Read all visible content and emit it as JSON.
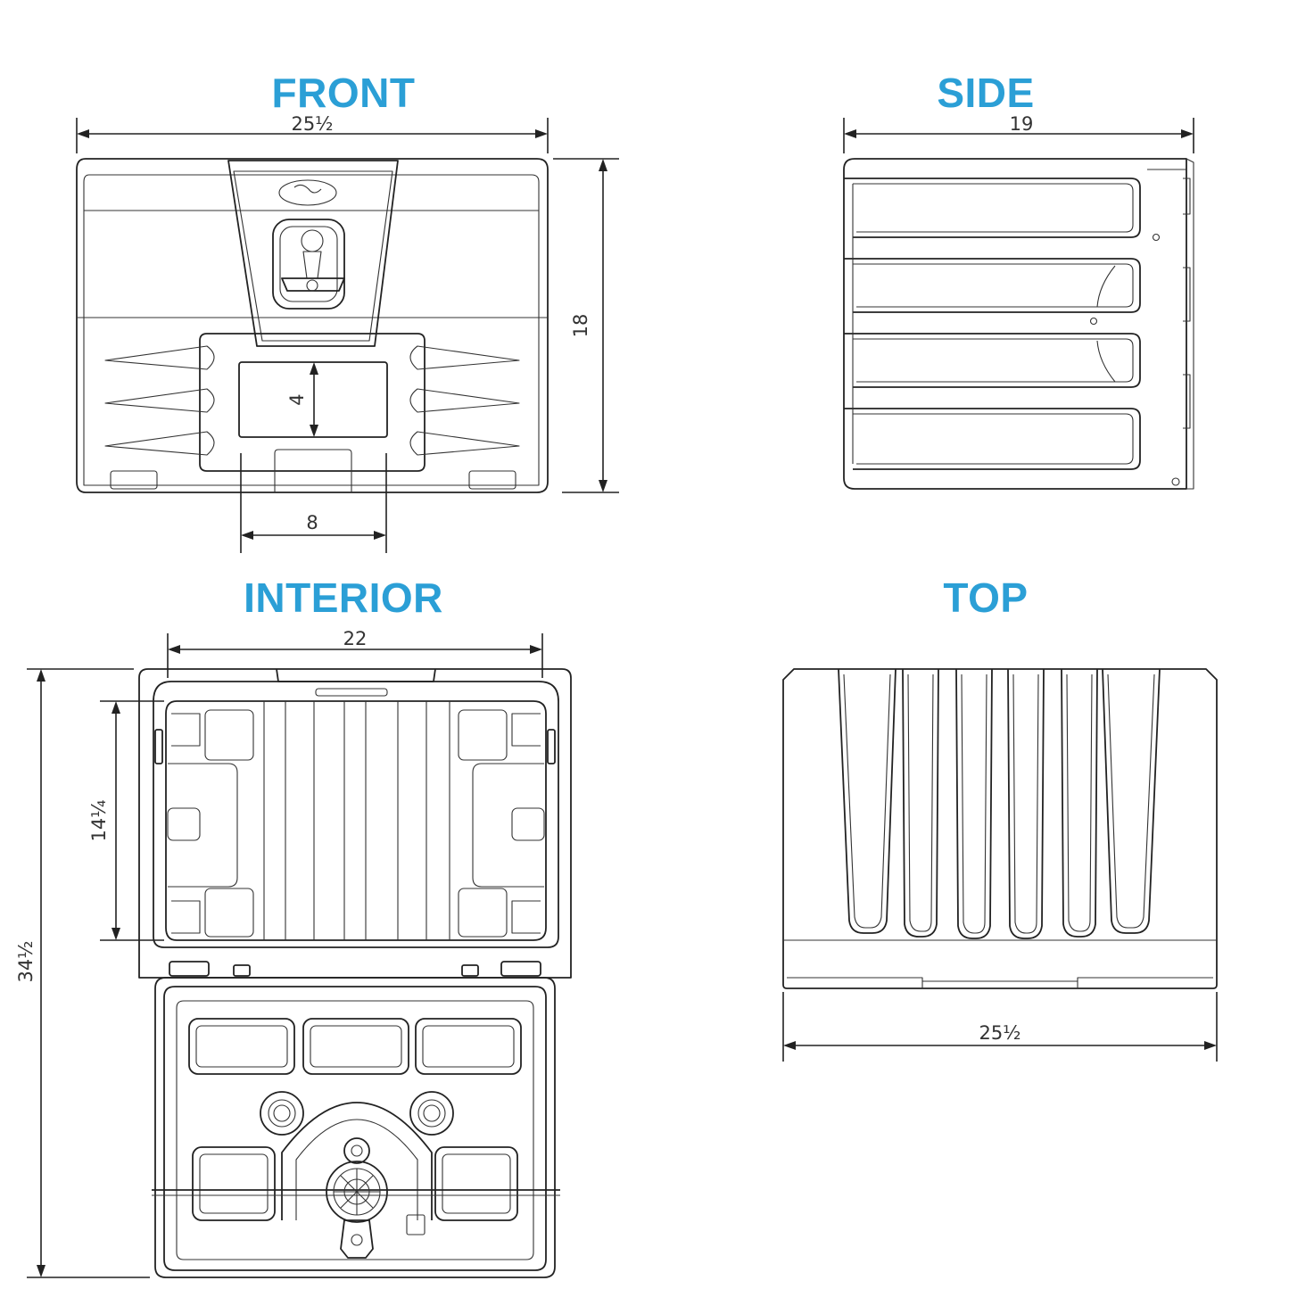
{
  "views": {
    "front": {
      "title": "FRONT",
      "dims": {
        "width": "25½",
        "height": "18",
        "window": "4",
        "handle": "8"
      }
    },
    "side": {
      "title": "SIDE",
      "dims": {
        "depth": "19"
      }
    },
    "interior": {
      "title": "INTERIOR",
      "dims": {
        "width": "22",
        "lid_depth": "14¼",
        "open_height": "34½"
      }
    },
    "top": {
      "title": "TOP",
      "dims": {
        "width": "25½"
      }
    }
  },
  "colors": {
    "title": "#2b9fd6",
    "line": "#222222"
  }
}
